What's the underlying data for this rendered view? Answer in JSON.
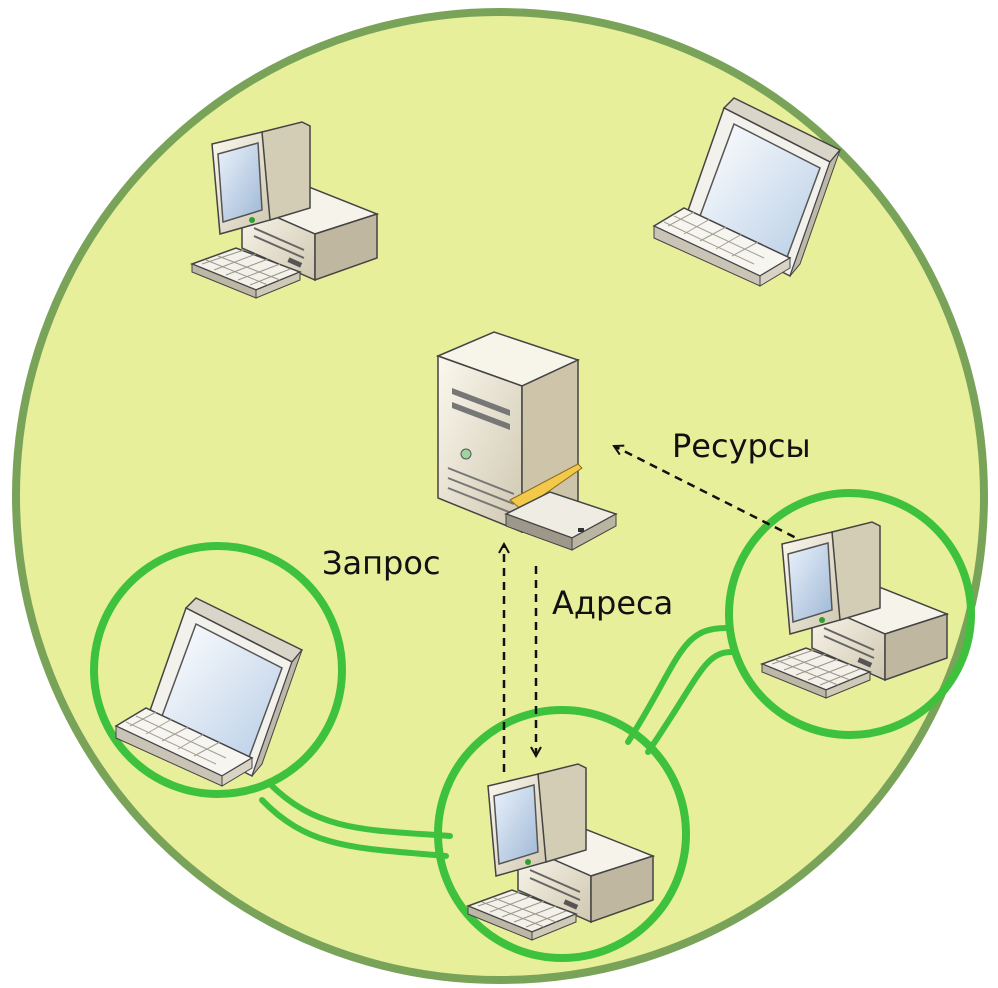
{
  "diagram": {
    "labels": {
      "resources": "Ресурсы",
      "request": "Запрос",
      "addresses": "Адреса"
    },
    "nodes": [
      {
        "id": "desktop-top-left",
        "type": "desktop"
      },
      {
        "id": "laptop-top-right",
        "type": "laptop"
      },
      {
        "id": "server-center",
        "type": "server"
      },
      {
        "id": "desktop-right",
        "type": "desktop",
        "highlighted": true
      },
      {
        "id": "laptop-left",
        "type": "laptop",
        "highlighted": true
      },
      {
        "id": "desktop-bottom",
        "type": "desktop",
        "highlighted": true
      }
    ],
    "links": [
      {
        "from": "laptop-left",
        "to": "desktop-bottom",
        "style": "double-line"
      },
      {
        "from": "desktop-bottom",
        "to": "desktop-right",
        "style": "double-line"
      },
      {
        "from": "desktop-right",
        "to": "server-center",
        "style": "dashed-arrow",
        "label": "resources"
      },
      {
        "from": "desktop-bottom",
        "to": "server-center",
        "style": "dashed-arrow",
        "label": "request"
      },
      {
        "from": "server-center",
        "to": "desktop-bottom",
        "style": "dashed-arrow",
        "label": "addresses"
      }
    ],
    "colors": {
      "network_fill": "#e8ef9a",
      "network_border": "#7aa35a",
      "highlight_ring": "#3ec23e",
      "arrow": "#111111"
    }
  }
}
